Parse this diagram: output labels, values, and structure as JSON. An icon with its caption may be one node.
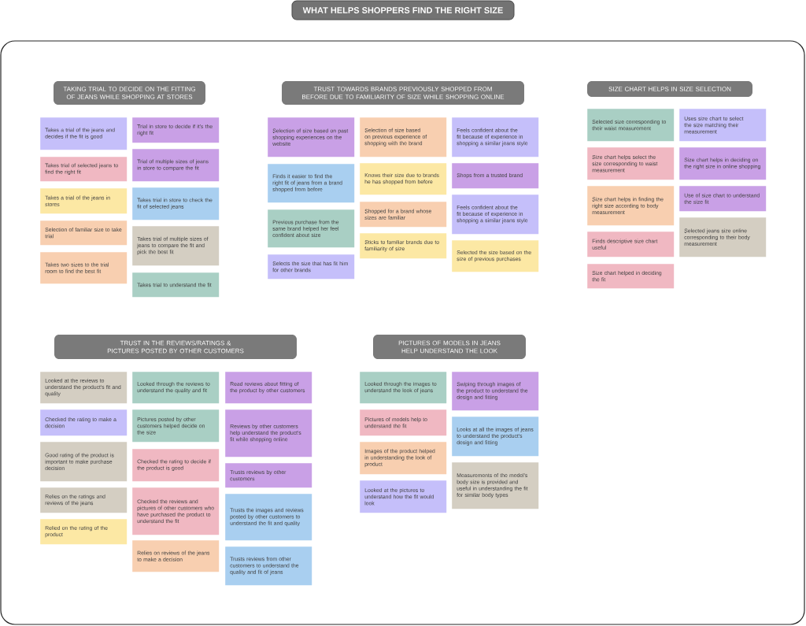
{
  "diagram": {
    "title": "WHAT HELPS SHOPPERS FIND THE RIGHT SIZE",
    "nodes": [
      {
        "text": [
          "TAKING TRIAL TO DECIDE ON THE FITTING OF JEANS WHILE SHOPPING AT STORES"
        ]
      },
      {
        "text": [
          "Takes a trial of the jeans and decides if the fit is good"
        ]
      },
      {
        "text": [
          "Takes trial of selected jeans to find the right fit"
        ]
      },
      {
        "text": [
          "Takes a trial of the jeans in stores"
        ]
      },
      {
        "text": [
          "Selection of familiar size to take trial"
        ]
      },
      {
        "text": [
          "Takes two sizes to the trial room to find the best fit"
        ]
      },
      {
        "text": [
          "Trial in store to decide if it's the right fit"
        ]
      },
      {
        "text": [
          "Trial of multiple sizes of jeans in store to compare the fit"
        ]
      },
      {
        "text": [
          "Takes trial in store to check the fit of selected jeans"
        ]
      },
      {
        "text": [
          "Takes trial of multiple sizes of jeans to compare the fit and pick the best fit"
        ]
      },
      {
        "text": [
          "Takes trial to understand the fit"
        ]
      },
      {
        "text": [
          "TRUST TOWARDS BRANDS PREVIOUSLY SHOPPED FROM BEFORE DUE TO FAMILIARITY OF SIZE WHILE SHOPPING ONLINE"
        ]
      },
      {
        "text": [
          "Selection of size based on past shopping experiences on the website"
        ]
      },
      {
        "text": [
          "Finds it easier to find the right fit of jeans from a brand shopped from before"
        ]
      },
      {
        "text": [
          "Previous purchase from the same brand helped her feel confident about size"
        ]
      },
      {
        "text": [
          "Selects the size that has fit him for other brands"
        ]
      },
      {
        "text": [
          "Selection of size based on previous experience of shopping with the brand"
        ]
      },
      {
        "text": [
          "Knows their size due to brands he has shopped from before"
        ]
      },
      {
        "text": [
          "Shopped for a brand whose sizes are familiar"
        ]
      },
      {
        "text": [
          "Sticks to familiar brands due to familiarity of size"
        ]
      },
      {
        "text": [
          "Feels confident about the fit because of experience in shopping a similar jeans style"
        ]
      },
      {
        "text": [
          "Shops from a trusted brand"
        ]
      },
      {
        "text": [
          "Feels confident about the fit because of experience in shopping a similar jeans style"
        ]
      },
      {
        "text": [
          "Selected the size based on the size of previous purchases"
        ]
      },
      {
        "text": [
          "SIZE CHART HELPS IN SIZE SELECTION"
        ]
      },
      {
        "text": [
          "Selected size corresponding to their waist measurement"
        ]
      },
      {
        "text": [
          "Size chart helps select the size corresponding to waist measurement"
        ]
      },
      {
        "text": [
          "Size chart helps in finding the right size according to body measurement"
        ]
      },
      {
        "text": [
          "Finds descriptive size chart useful"
        ]
      },
      {
        "text": [
          "Size chart helped in deciding the fit"
        ]
      },
      {
        "text": [
          "Uses size chart to select the size matching their measurement"
        ]
      },
      {
        "text": [
          "Size chart helps in deciding on the right size in online shopping"
        ]
      },
      {
        "text": [
          "Use of size chart to understand the size fit"
        ]
      },
      {
        "text": [
          "Selected jeans size online corresponding to their body measurement"
        ]
      },
      {
        "text": [
          "TRUST IN THE REVIEWS/RATINGS & PICTURES POSTED BY OTHER CUSTOMERS"
        ]
      },
      {
        "text": [
          "Looked at the reviews to understand the product's fit and quality"
        ]
      },
      {
        "text": [
          "Checked the rating to make a decision"
        ]
      },
      {
        "text": [
          "Good rating of the product is important to make purchase decision"
        ]
      },
      {
        "text": [
          "Relies on the ratings and reviews of the jeans"
        ]
      },
      {
        "text": [
          "Relied on the rating of the product"
        ]
      },
      {
        "text": [
          "Looked through the reviews to understand the quality and fit"
        ]
      },
      {
        "text": [
          "Pictures posted by other customers helped decide on the size"
        ]
      },
      {
        "text": [
          "Checked the rating to decide if the product is good"
        ]
      },
      {
        "text": [
          "Checked the reviews and pictures of other customers who have purchased the product to understand the fit"
        ]
      },
      {
        "text": [
          "Relies on reviews of the jeans to make a decision"
        ]
      },
      {
        "text": [
          "Read reviews about fitting of the product by other customers"
        ]
      },
      {
        "text": [
          "Reviews by other customers help understand the product's fit while shopping online"
        ]
      },
      {
        "text": [
          "Trusts reviews by other customers"
        ]
      },
      {
        "text": [
          "Trusts the images and reviews posted by other customers to understand the fit and quality"
        ]
      },
      {
        "text": [
          "Trusts reviews from other customers to understand the quality and fit of jeans"
        ]
      },
      {
        "text": [
          "PICTURES OF MODELS IN JEANS HELP UNDERSTAND THE LOOK"
        ]
      },
      {
        "text": [
          "Looked through the images to understand the look of jeans"
        ]
      },
      {
        "text": [
          "Pictures of models help to understand the fit"
        ]
      },
      {
        "text": [
          "Images of the product helped in understanding the look of product"
        ]
      },
      {
        "text": [
          "Looked at the pictures to understand how the fit would look"
        ]
      },
      {
        "text": [
          "Swiping through images of the product to understand the design and fitting"
        ]
      },
      {
        "text": [
          "Looks at all the images of jeans to understand the product's design and fitting"
        ]
      },
      {
        "text": [
          "Measurements of the model's body size is provided and useful in understanding the fit for similar body types"
        ]
      }
    ]
  }
}
